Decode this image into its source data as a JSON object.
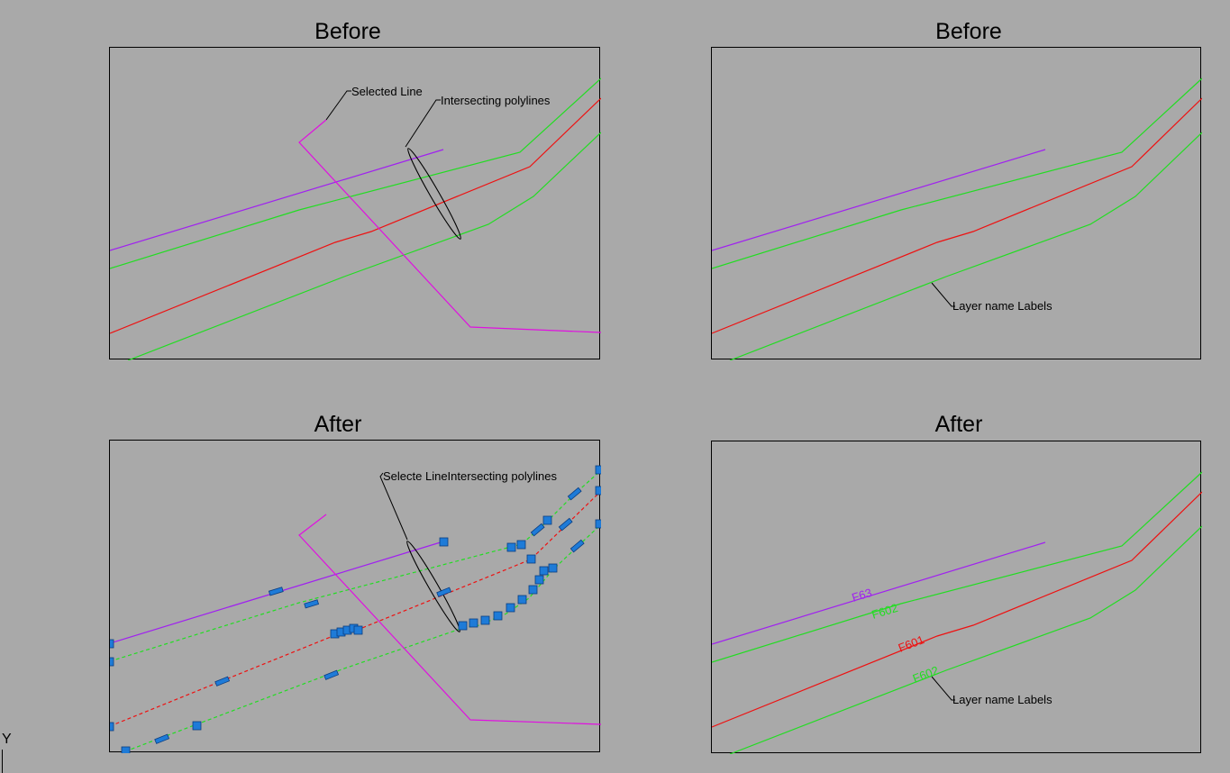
{
  "panels": {
    "before_left": {
      "title": "Before",
      "annotations": {
        "selected": "Selected Line",
        "intersecting": "Intersecting polylines"
      }
    },
    "before_right": {
      "title": "Before",
      "annotations": {
        "labels": "Layer name Labels"
      }
    },
    "after_left": {
      "title": "After",
      "annotations": {
        "combined": "Selecte LineIntersecting polylines"
      }
    },
    "after_right": {
      "title": "After",
      "annotations": {
        "labels": "Layer name Labels"
      },
      "layer_labels": {
        "purple": "F63",
        "green_upper": "F602",
        "red": "F601",
        "green_lower": "F602"
      }
    }
  },
  "ucs_axis_label": "Y",
  "colors": {
    "background": "#a9a9a9",
    "purple": "#a020f0",
    "magenta": "#e010e0",
    "green": "#22dd22",
    "red": "#ee1111",
    "grip": "#1e7bd8"
  }
}
